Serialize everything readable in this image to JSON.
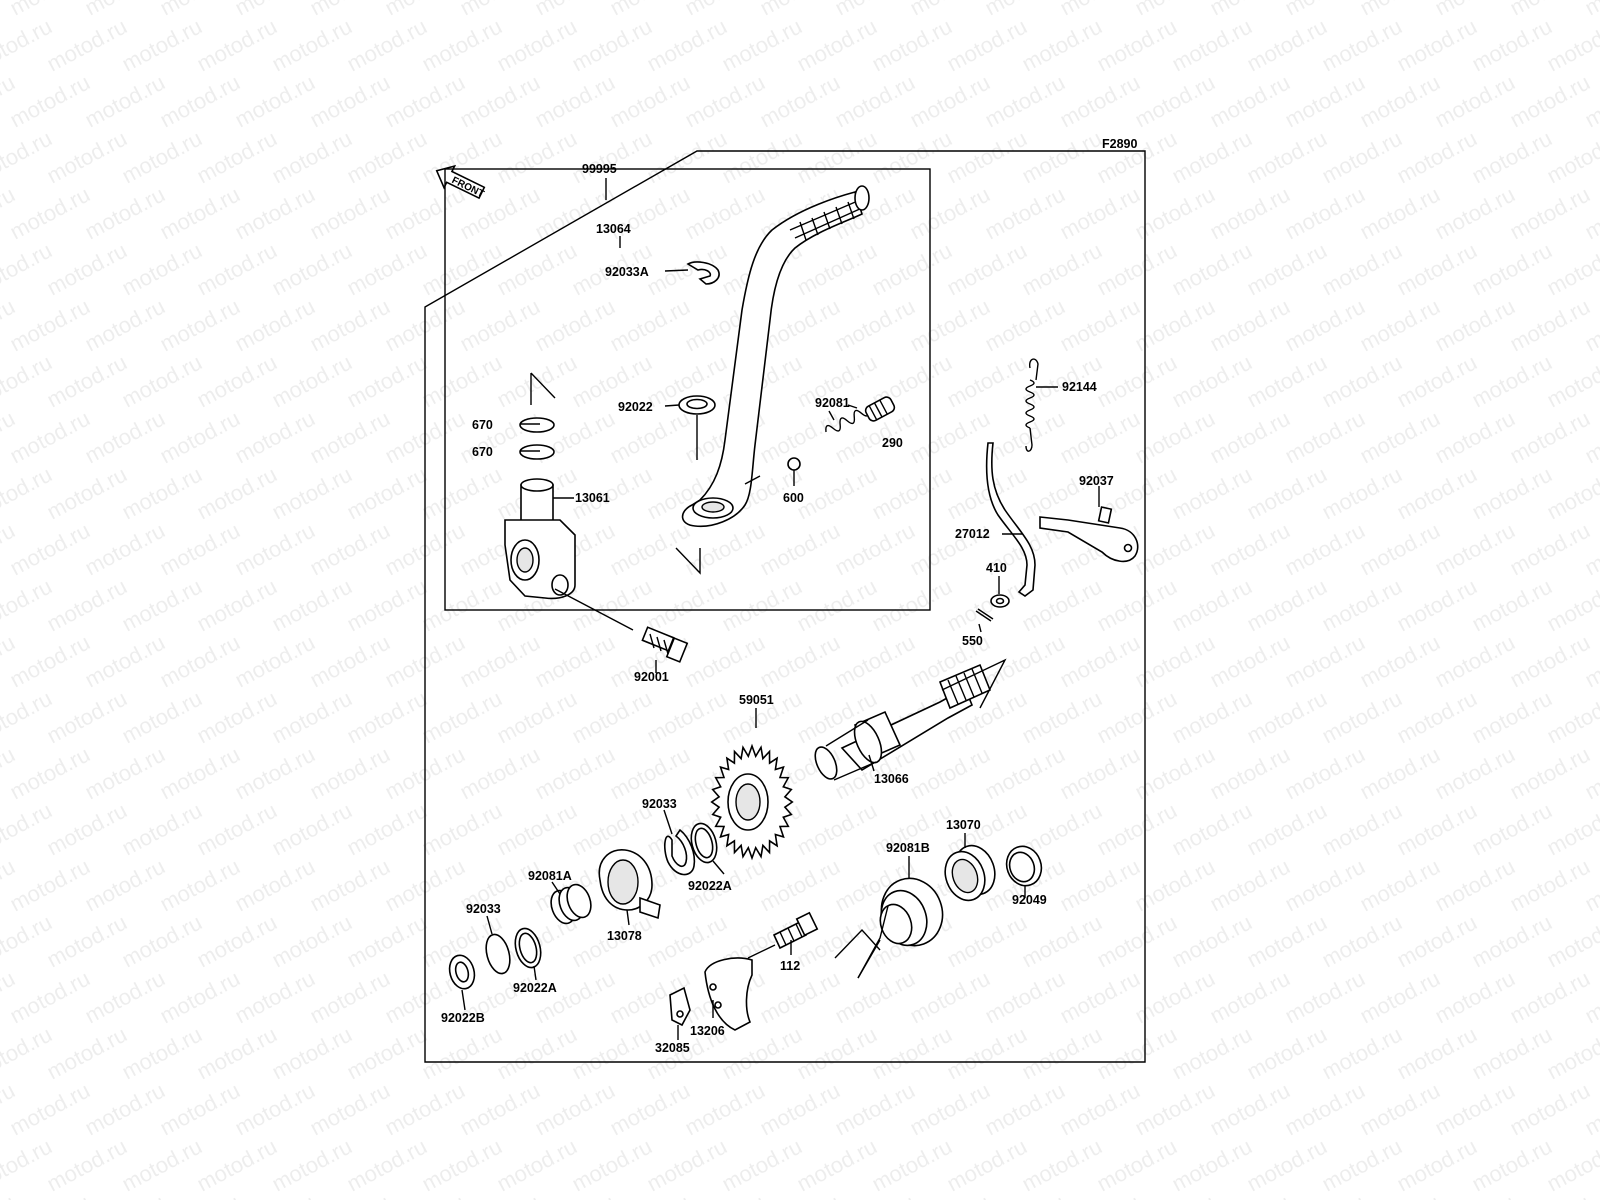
{
  "diagram": {
    "ref_code": "F2890",
    "watermark": "motod.ru",
    "front_label": "FRONT",
    "callouts": {
      "p99995": "99995",
      "p13064": "13064",
      "p92033A": "92033A",
      "p92022": "92022",
      "p92081": "92081",
      "p290": "290",
      "p670a": "670",
      "p670b": "670",
      "p13061": "13061",
      "p600": "600",
      "p92144": "92144",
      "p92037": "92037",
      "p27012": "27012",
      "p410": "410",
      "p550": "550",
      "p92001": "92001",
      "p59051": "59051",
      "p13066": "13066",
      "p92033": "92033",
      "p92022A": "92022A",
      "p92081A": "92081A",
      "p92033b": "92033",
      "p13078": "13078",
      "p92022Ab": "92022A",
      "p92022B": "92022B",
      "p13070": "13070",
      "p92081B": "92081B",
      "p92049": "92049",
      "p112": "112",
      "p13206": "13206",
      "p32085": "32085"
    }
  }
}
